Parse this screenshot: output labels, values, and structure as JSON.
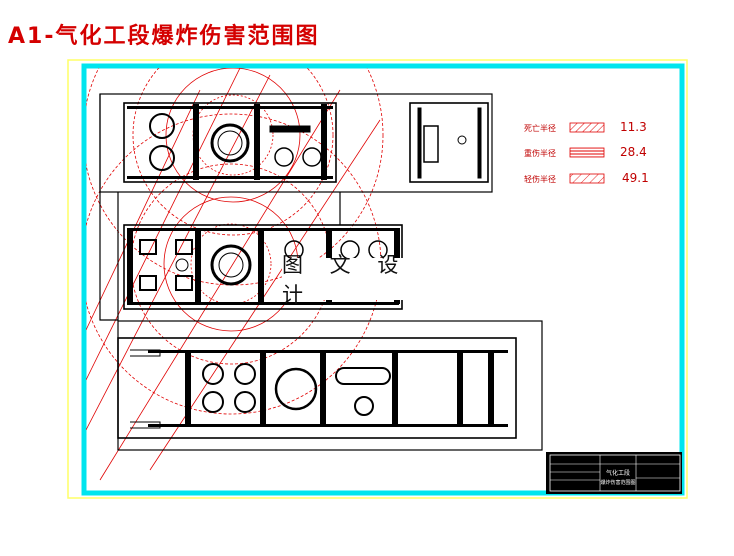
{
  "page": {
    "title": "A1-气化工段爆炸伤害范围图",
    "watermark": "图 文 设 计"
  },
  "legend": [
    {
      "label": "死亡半径",
      "value": "11.3",
      "pattern": "hatch"
    },
    {
      "label": "重伤半径",
      "value": "28.4",
      "pattern": "lines"
    },
    {
      "label": "轻伤半径",
      "value": "49.1",
      "pattern": "sparse"
    }
  ],
  "title_block": {
    "name": "气化工段",
    "subtitle": "爆炸伤害范围图"
  },
  "colors": {
    "title": "#d40000",
    "border_outer": "#ffff66",
    "border_inner": "#00e5ee",
    "linework": "#000000",
    "hazard": "#e00000"
  }
}
